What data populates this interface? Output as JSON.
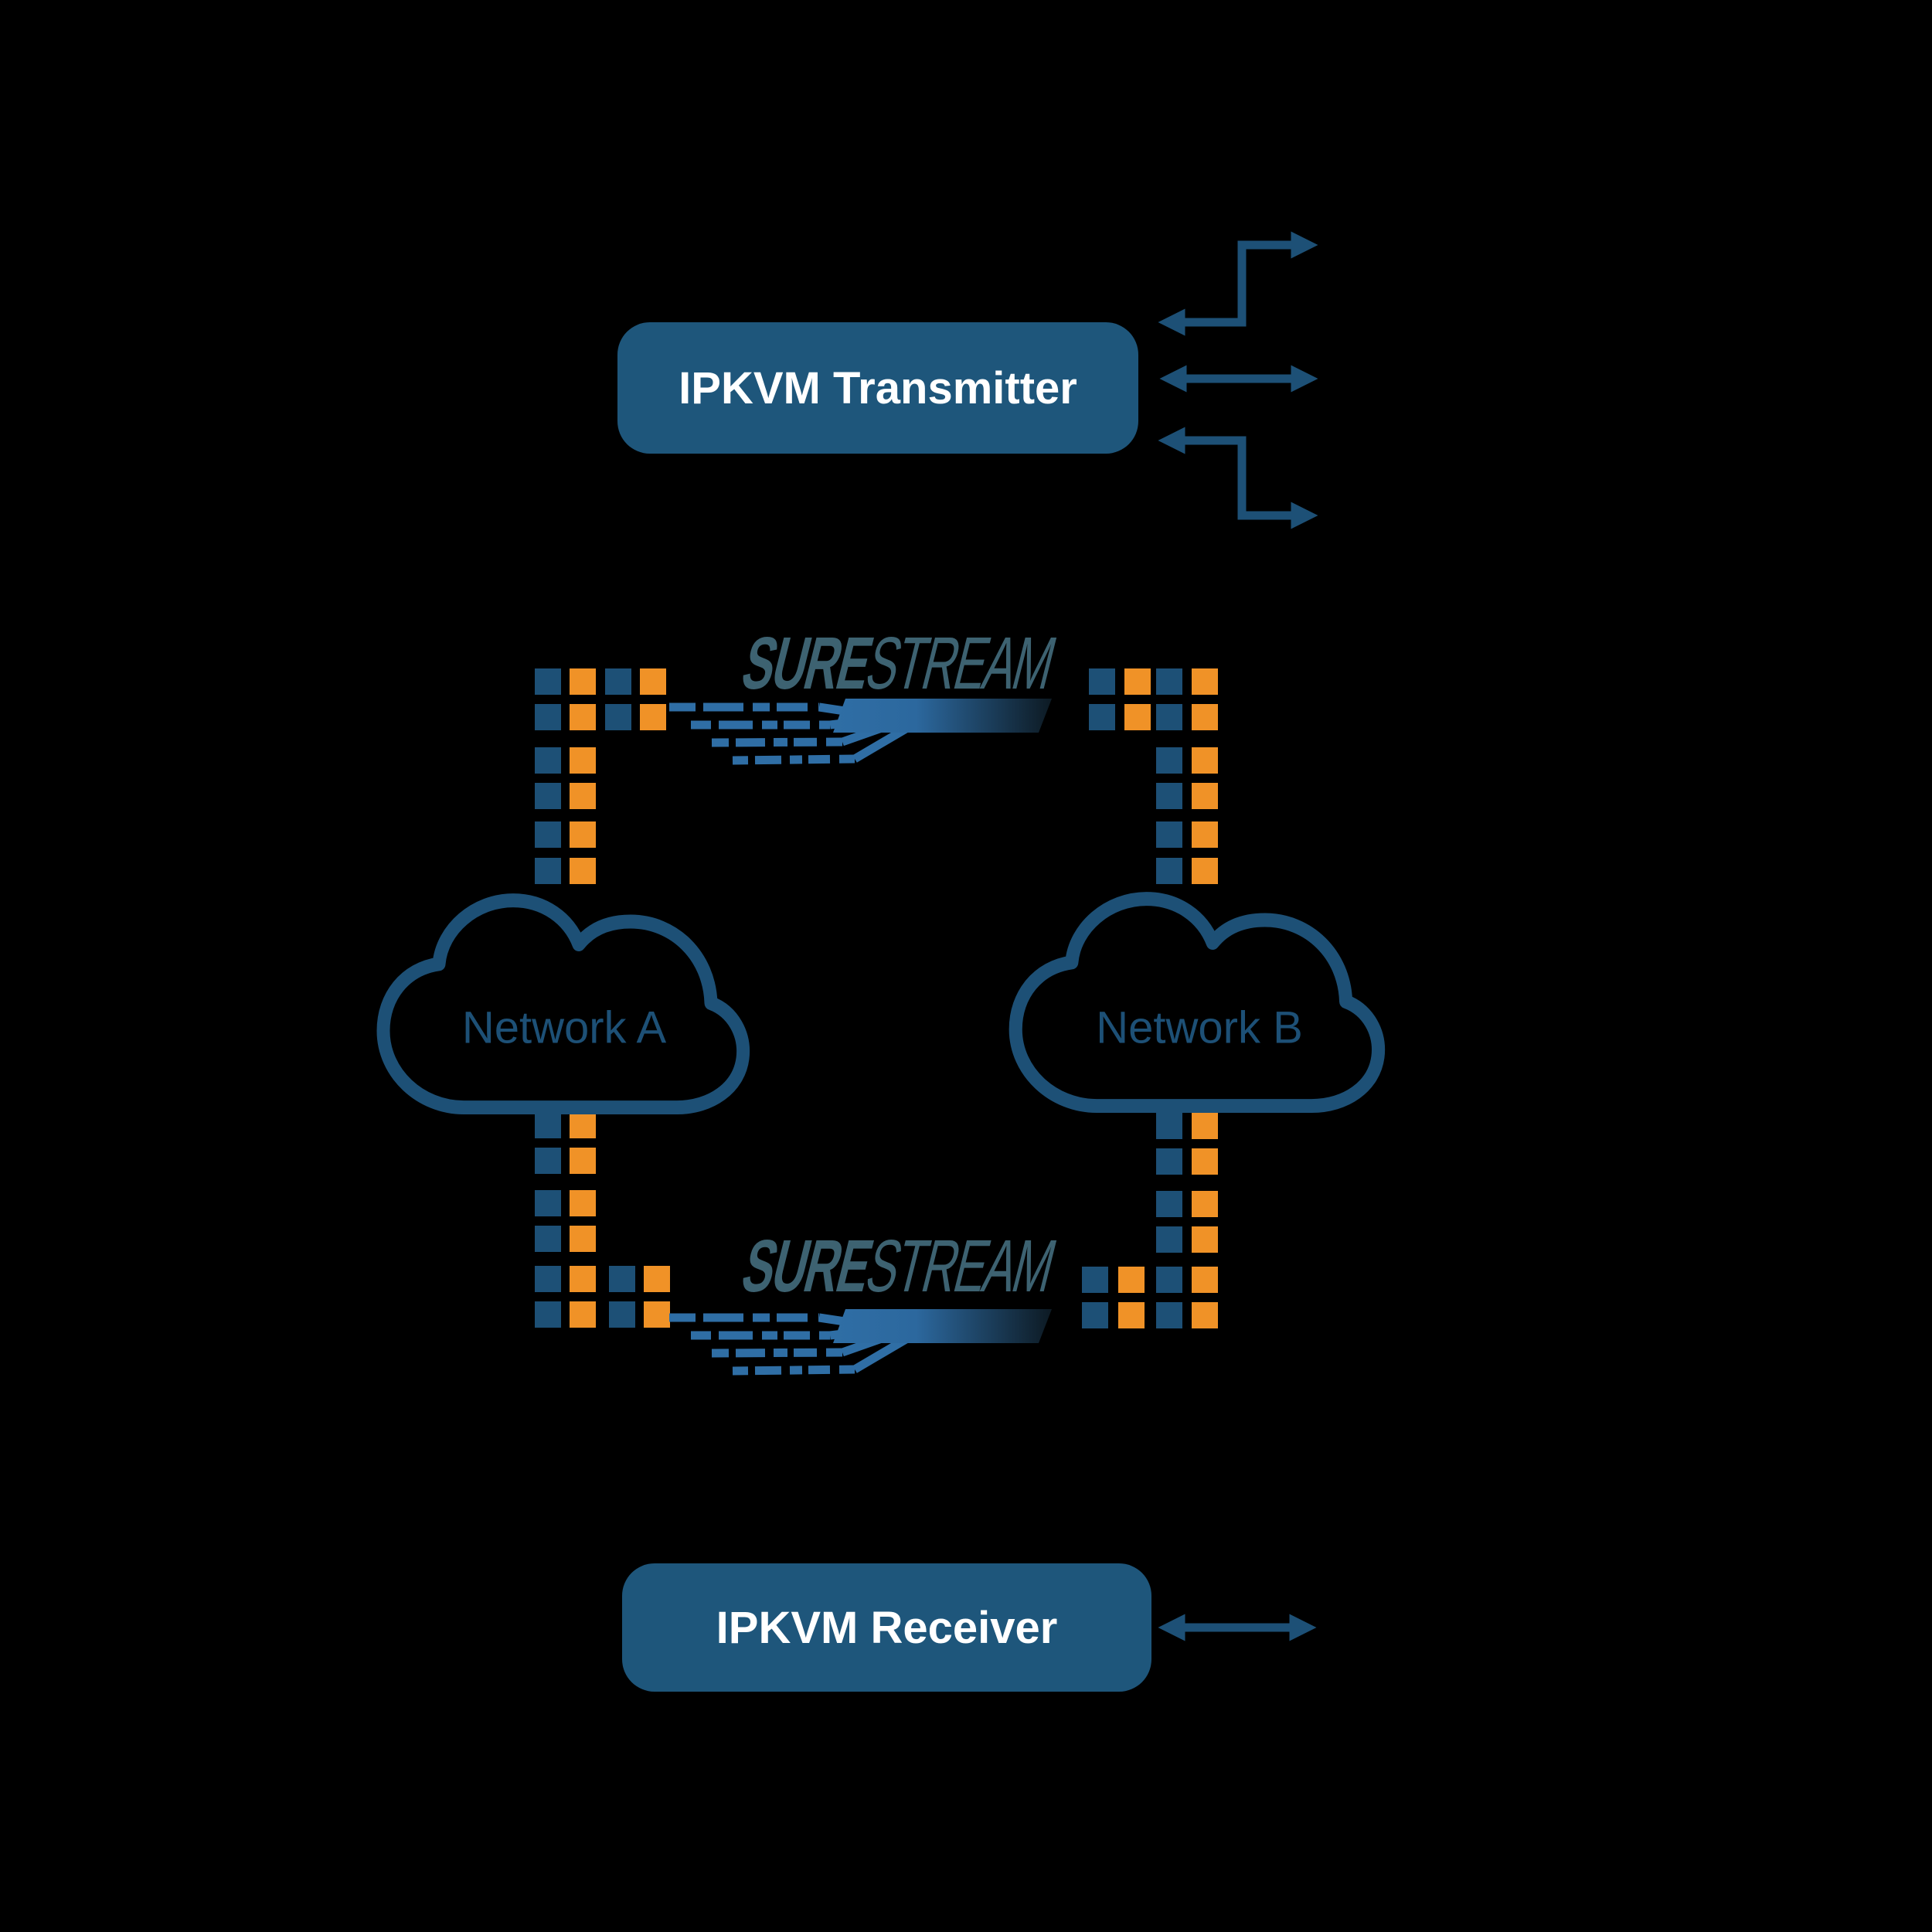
{
  "diagram": {
    "background": "#000000",
    "transmitter": {
      "label": "IPKVM Transmitter"
    },
    "receiver": {
      "label": "IPKVM Receiver"
    },
    "network_a": {
      "label": "Network A"
    },
    "network_b": {
      "label": "Network B"
    },
    "surestream_top": {
      "sure": "SURE",
      "stream": "STREAM"
    },
    "surestream_bottom": {
      "sure": "SURE",
      "stream": "STREAM"
    },
    "colors": {
      "device_box_fill": "#1E567B",
      "device_label_text": "#FFFFFF",
      "arrow_blue": "#1D5076",
      "cloud_outline": "#1D5076",
      "cloud_label_text": "#1D5076",
      "packet_square_blue": "#1D5076",
      "packet_square_orange": "#F09227",
      "surestream_brand_text": "#3D6271",
      "stream_band_blue": "#2F6EA5",
      "stream_band_fade_dark": "#0D1A23"
    }
  }
}
